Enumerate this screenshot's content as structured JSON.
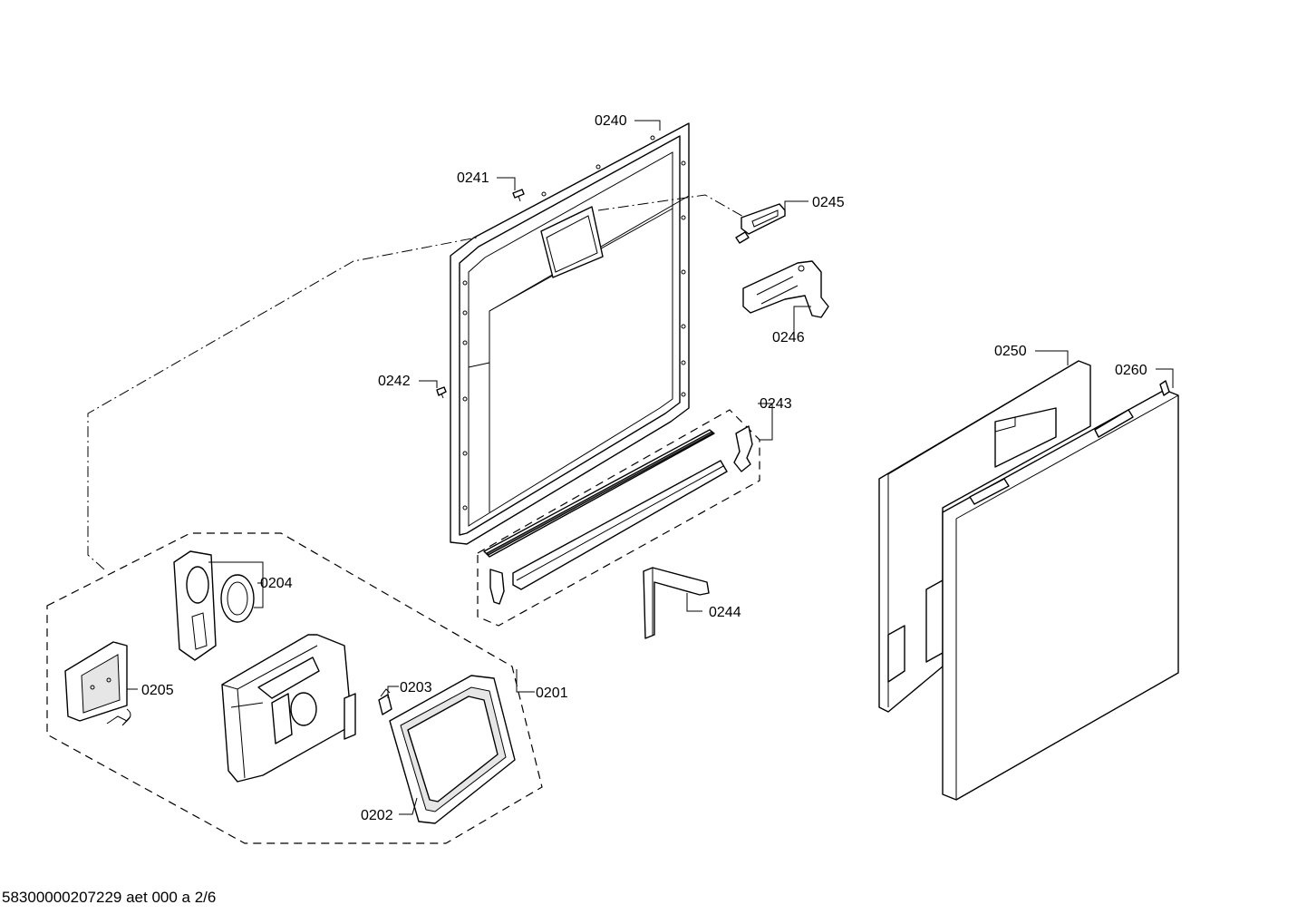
{
  "labels": {
    "p0240": "0240",
    "p0241": "0241",
    "p0242": "0242",
    "p0243": "0243",
    "p0244": "0244",
    "p0245": "0245",
    "p0246": "0246",
    "p0250": "0250",
    "p0260": "0260",
    "p0201": "0201",
    "p0202": "0202",
    "p0203": "0203",
    "p0204": "0204",
    "p0205": "0205"
  },
  "footer": {
    "document_code": "58300000207229 aet 000 a 2/6"
  }
}
